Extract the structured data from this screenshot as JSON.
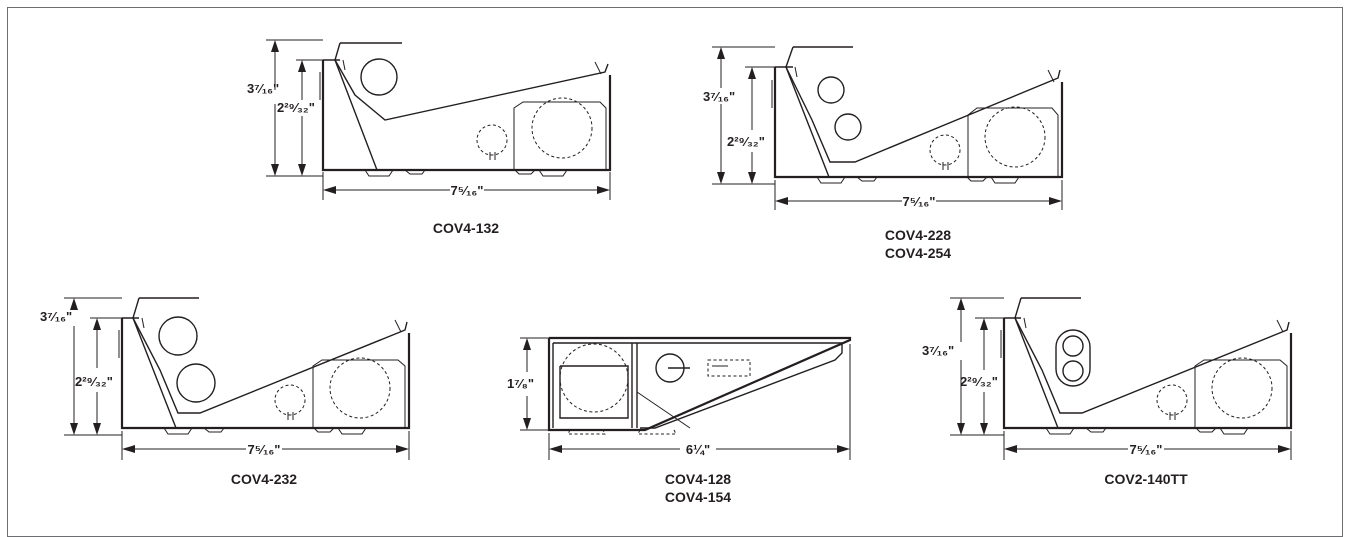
{
  "drawings": [
    {
      "model_lines": [
        "COV4-132"
      ],
      "height_label": "3⁷⁄₁₆\"",
      "inner_height_label": "2²⁹⁄₃₂\"",
      "width_label": "7⁵⁄₁₆\""
    },
    {
      "model_lines": [
        "COV4-228",
        "COV4-254"
      ],
      "height_label": "3⁷⁄₁₆\"",
      "inner_height_label": "2²⁹⁄₃₂\"",
      "width_label": "7⁵⁄₁₆\""
    },
    {
      "model_lines": [
        "COV4-232"
      ],
      "height_label": "3⁷⁄₁₆\"",
      "inner_height_label": "2²⁹⁄₃₂\"",
      "width_label": "7⁵⁄₁₆\""
    },
    {
      "model_lines": [
        "COV4-128",
        "COV4-154"
      ],
      "height_label": "1⁷⁄₈\"",
      "width_label": "6¼\""
    },
    {
      "model_lines": [
        "COV2-140TT"
      ],
      "height_label": "3⁷⁄₁₆\"",
      "inner_height_label": "2²⁹⁄₃₂\"",
      "width_label": "7⁵⁄₁₆\""
    }
  ],
  "colors": {
    "line": "#231f20",
    "frame": "#6d6e71",
    "background": "#ffffff"
  }
}
